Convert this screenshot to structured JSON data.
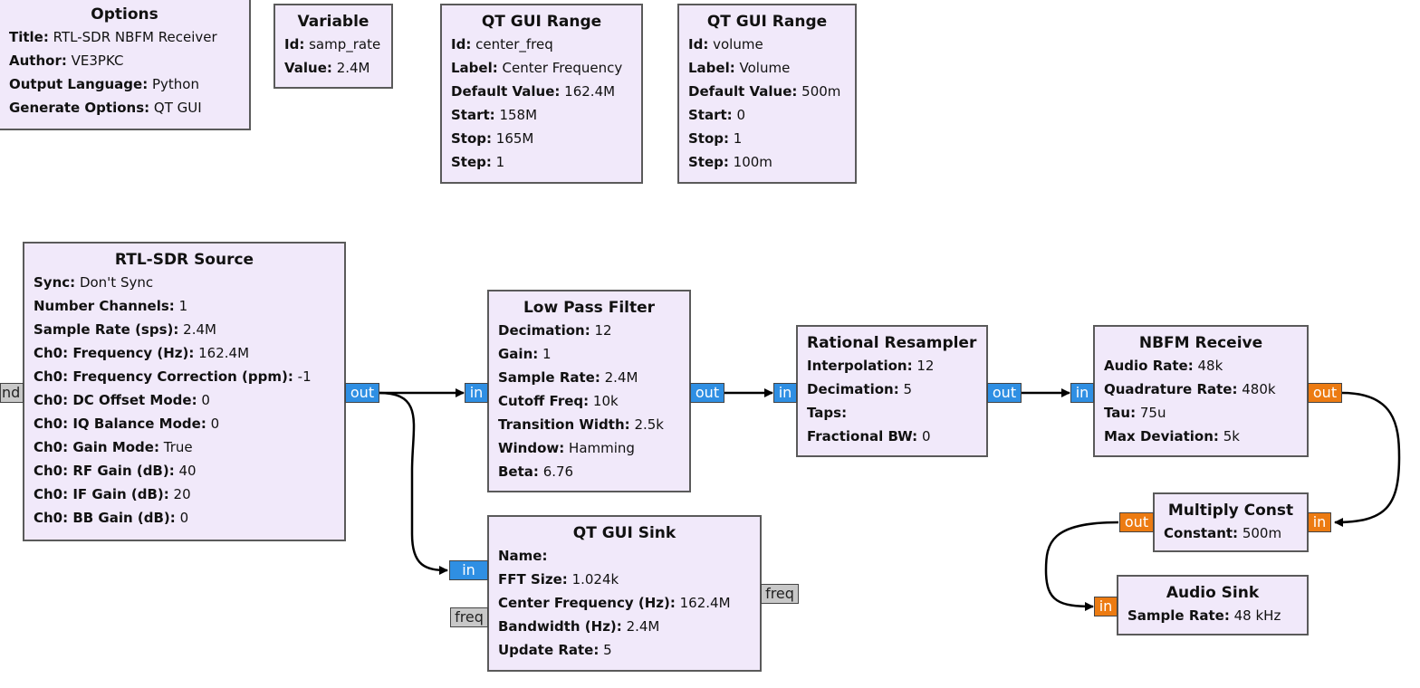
{
  "blocks": {
    "options": {
      "title": "Options",
      "params": [
        {
          "k": "Title:",
          "v": "RTL-SDR NBFM Receiver"
        },
        {
          "k": "Author:",
          "v": "VE3PKC"
        },
        {
          "k": "Output Language:",
          "v": "Python"
        },
        {
          "k": "Generate Options:",
          "v": "QT GUI"
        }
      ]
    },
    "variable": {
      "title": "Variable",
      "params": [
        {
          "k": "Id:",
          "v": "samp_rate"
        },
        {
          "k": "Value:",
          "v": "2.4M"
        }
      ]
    },
    "range_freq": {
      "title": "QT GUI Range",
      "params": [
        {
          "k": "Id:",
          "v": "center_freq"
        },
        {
          "k": "Label:",
          "v": "Center Frequency"
        },
        {
          "k": "Default Value:",
          "v": "162.4M"
        },
        {
          "k": "Start:",
          "v": "158M"
        },
        {
          "k": "Stop:",
          "v": "165M"
        },
        {
          "k": "Step:",
          "v": "1"
        }
      ]
    },
    "range_vol": {
      "title": "QT GUI Range",
      "params": [
        {
          "k": "Id:",
          "v": "volume"
        },
        {
          "k": "Label:",
          "v": "Volume"
        },
        {
          "k": "Default Value:",
          "v": "500m"
        },
        {
          "k": "Start:",
          "v": "0"
        },
        {
          "k": "Stop:",
          "v": "1"
        },
        {
          "k": "Step:",
          "v": "100m"
        }
      ]
    },
    "rtl": {
      "title": "RTL-SDR Source",
      "params": [
        {
          "k": "Sync:",
          "v": "Don't Sync"
        },
        {
          "k": "Number Channels:",
          "v": "1"
        },
        {
          "k": "Sample Rate (sps):",
          "v": "2.4M"
        },
        {
          "k": "Ch0: Frequency (Hz):",
          "v": "162.4M"
        },
        {
          "k": "Ch0: Frequency Correction (ppm):",
          "v": "-1"
        },
        {
          "k": "Ch0: DC Offset Mode:",
          "v": "0"
        },
        {
          "k": "Ch0: IQ Balance Mode:",
          "v": "0"
        },
        {
          "k": "Ch0: Gain Mode:",
          "v": "True"
        },
        {
          "k": "Ch0: RF Gain (dB):",
          "v": "40"
        },
        {
          "k": "Ch0: IF Gain (dB):",
          "v": "20"
        },
        {
          "k": "Ch0: BB Gain (dB):",
          "v": "0"
        }
      ]
    },
    "lpf": {
      "title": "Low Pass Filter",
      "params": [
        {
          "k": "Decimation:",
          "v": "12"
        },
        {
          "k": "Gain:",
          "v": "1"
        },
        {
          "k": "Sample Rate:",
          "v": "2.4M"
        },
        {
          "k": "Cutoff Freq:",
          "v": "10k"
        },
        {
          "k": "Transition Width:",
          "v": "2.5k"
        },
        {
          "k": "Window:",
          "v": "Hamming"
        },
        {
          "k": "Beta:",
          "v": "6.76"
        }
      ]
    },
    "resampler": {
      "title": "Rational Resampler",
      "params": [
        {
          "k": "Interpolation:",
          "v": "12"
        },
        {
          "k": "Decimation:",
          "v": "5"
        },
        {
          "k": "Taps:",
          "v": ""
        },
        {
          "k": "Fractional BW:",
          "v": "0"
        }
      ]
    },
    "nbfm": {
      "title": "NBFM Receive",
      "params": [
        {
          "k": "Audio Rate:",
          "v": "48k"
        },
        {
          "k": "Quadrature Rate:",
          "v": "480k"
        },
        {
          "k": "Tau:",
          "v": "75u"
        },
        {
          "k": "Max Deviation:",
          "v": "5k"
        }
      ]
    },
    "sink": {
      "title": "QT GUI Sink",
      "params": [
        {
          "k": "Name:",
          "v": ""
        },
        {
          "k": "FFT Size:",
          "v": "1.024k"
        },
        {
          "k": "Center Frequency (Hz):",
          "v": "162.4M"
        },
        {
          "k": "Bandwidth (Hz):",
          "v": "2.4M"
        },
        {
          "k": "Update Rate:",
          "v": "5"
        }
      ]
    },
    "mult": {
      "title": "Multiply Const",
      "params": [
        {
          "k": "Constant:",
          "v": "500m"
        }
      ]
    },
    "audio": {
      "title": "Audio Sink",
      "params": [
        {
          "k": "Sample Rate:",
          "v": "48 kHz"
        }
      ]
    }
  },
  "ports": {
    "rtl_cmd": "nd",
    "rtl_out": "out",
    "lpf_in": "in",
    "lpf_out": "out",
    "res_in": "in",
    "res_out": "out",
    "nbfm_in": "in",
    "nbfm_out": "out",
    "sink_in": "in",
    "sink_freq_in": "freq",
    "sink_freq_out": "freq",
    "mult_in": "in",
    "mult_out": "out",
    "audio_in": "in"
  },
  "colors": {
    "block_fill": "#f1e9fa",
    "complex_port": "#2f8fe3",
    "float_port": "#ec7b12",
    "message_port": "#c8c8c8"
  }
}
